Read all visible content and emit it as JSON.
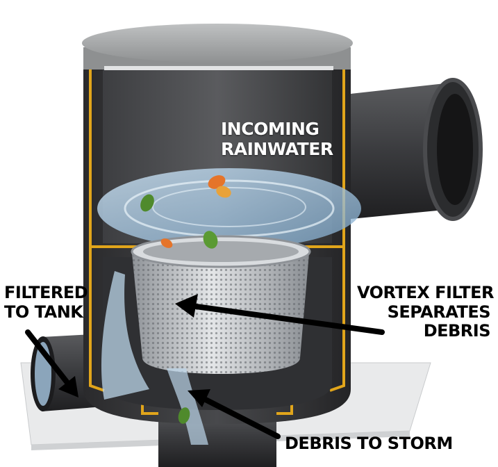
{
  "labels": {
    "incoming": [
      "INCOMING",
      "RAINWATER"
    ],
    "filtered": [
      "FILTERED",
      "TO TANK"
    ],
    "vortex": [
      "VORTEX FILTER",
      "SEPARATES",
      "DEBRIS"
    ],
    "debris": [
      "DEBRIS TO STORM"
    ]
  },
  "colors": {
    "housing": "#2b2b2d",
    "lid": "#a9abac",
    "gasket": "#e1a51b",
    "water": "#9fc2df",
    "mesh": "#c9ccd0",
    "leaf_green": "#4f8a2c",
    "leaf_orange": "#e5742a",
    "arrow": "#000000"
  },
  "icons": [
    "leaf-icon",
    "autumn-leaf-icon"
  ]
}
